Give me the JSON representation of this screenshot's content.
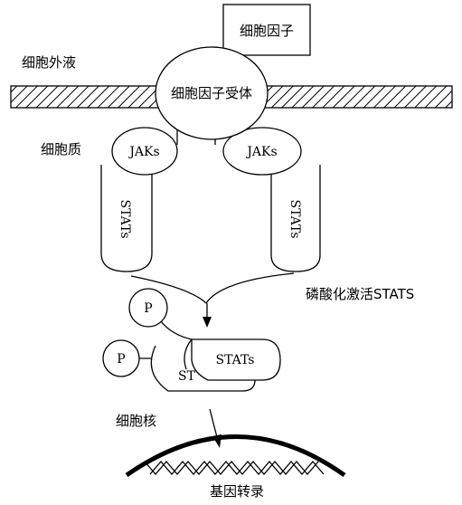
{
  "labels": {
    "cytokine": "细胞因子",
    "extracellular": "细胞外液",
    "receptor": "细胞因子受体",
    "cytoplasm": "细胞质",
    "jak_left": "JAKs",
    "jak_right": "JAKs",
    "stat_left": "STATs",
    "stat_right": "STATs",
    "phosphorylation": "磷酸化激活STATS",
    "p_top": "P",
    "p_bottom": "P",
    "stat_dimer_front": "STATs",
    "stat_dimer_back": "ST",
    "nucleus": "细胞核",
    "transcription": "基因转录"
  }
}
